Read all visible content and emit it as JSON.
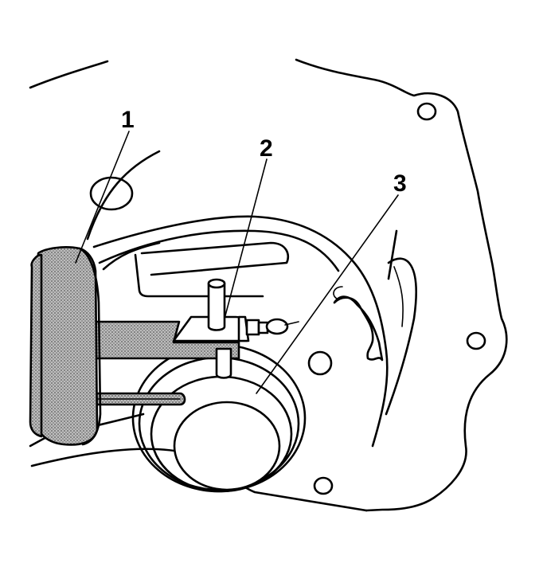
{
  "callouts": [
    {
      "number": "1"
    },
    {
      "number": "2"
    },
    {
      "number": "3"
    }
  ],
  "colors": {
    "line": "#000000",
    "background": "#ffffff",
    "shading": "#9a9a9a"
  }
}
